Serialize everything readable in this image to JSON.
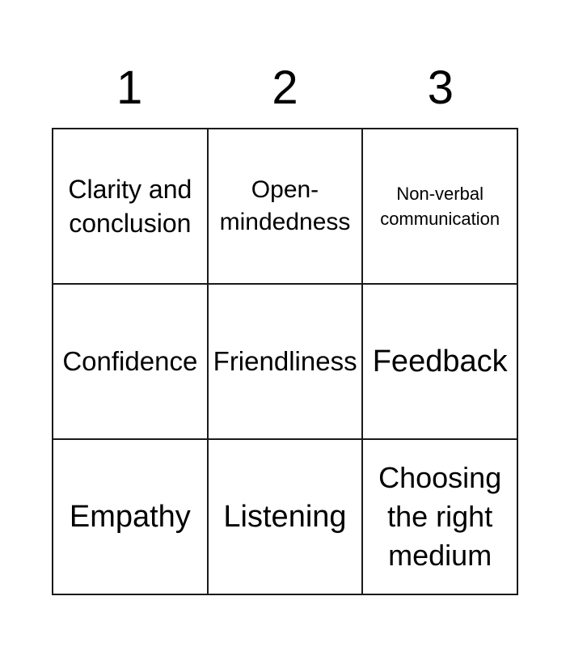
{
  "card": {
    "type": "bingo-card",
    "rows": 3,
    "columns": 3,
    "background_color": "#ffffff",
    "border_color": "#1a1a1a",
    "text_color": "#000000"
  },
  "column_headers": [
    {
      "label": "1"
    },
    {
      "label": "2"
    },
    {
      "label": "3"
    }
  ],
  "cells": [
    {
      "row": 1,
      "column": 1,
      "text": "Clarity and\nconclusion"
    },
    {
      "row": 1,
      "column": 2,
      "text": "Open-\nmindedness"
    },
    {
      "row": 1,
      "column": 3,
      "text": "Non-verbal\ncommunication"
    },
    {
      "row": 2,
      "column": 1,
      "text": "Confidence"
    },
    {
      "row": 2,
      "column": 2,
      "text": "Friendliness"
    },
    {
      "row": 2,
      "column": 3,
      "text": "Feedback"
    },
    {
      "row": 3,
      "column": 1,
      "text": "Empathy"
    },
    {
      "row": 3,
      "column": 2,
      "text": "Listening"
    },
    {
      "row": 3,
      "column": 3,
      "text": "Choosing\nthe right\nmedium"
    }
  ]
}
